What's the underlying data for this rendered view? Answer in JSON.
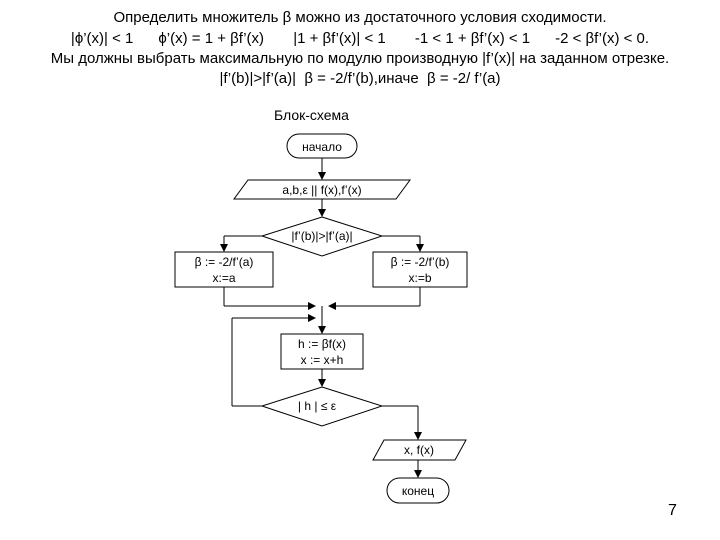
{
  "header": {
    "line1": "Определить множитель β можно из достаточного условия сходимости.",
    "line2": "|ϕ’(x)| < 1      ϕ’(x) = 1 + βf’(x)       |1 + βf’(x)| < 1       -1 < 1 + βf’(x) < 1      -2 < βf’(x) < 0.",
    "line3": "Мы должны выбрать максимальную по модулю производную |f’(x)| на заданном отрезке.",
    "line4": "|f’(b)|>|f’(a)|  β = -2/f’(b),иначе  β = -2/ f’(a)"
  },
  "flowchart": {
    "title": "Блок-схема",
    "start": "начало",
    "input": "a,b,ε   || f(x),f’(x)",
    "condition1": "|f’(b)|>|f’(a)|",
    "left_block": {
      "line1": "β := -2/f’(a)",
      "line2": "x:=a"
    },
    "right_block": {
      "line1": "β := -2/f’(b)",
      "line2": "x:=b"
    },
    "loop_block": {
      "line1": "h := βf(x)",
      "line2": "x := x+h"
    },
    "condition2": "| h | ≤ ε",
    "output": "x, f(x)",
    "end": "конец"
  },
  "page_number": "7"
}
